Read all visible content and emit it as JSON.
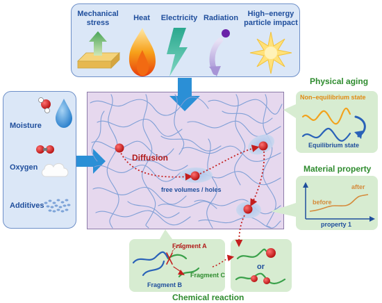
{
  "stressors": {
    "mechanical": "Mechanical\nstress",
    "heat": "Heat",
    "electricity": "Electricity",
    "radiation": "Radiation",
    "particle": "High–energy\nparticle impact"
  },
  "environment": {
    "moisture": "Moisture",
    "oxygen": "Oxygen",
    "additives": "Additives"
  },
  "matrix": {
    "diffusion": "Diffusion",
    "free_volumes": "free volumes / holes"
  },
  "physical_aging": {
    "title": "Physical aging",
    "non_eq": "Non–equilibrium state",
    "eq": "Equilibrium state"
  },
  "material_property": {
    "title": "Material property",
    "before": "before",
    "after": "after",
    "axis": "property 1"
  },
  "chemical_reaction": {
    "title": "Chemical reaction",
    "fragment_a": "Fragment A",
    "fragment_b": "Fragment B",
    "fragment_c": "Fragment C",
    "or": "or"
  },
  "colors": {
    "blue_panel": "#dbe7f7",
    "matrix_fill": "#e6d8ee",
    "green_panel": "#d7ecd1",
    "arrow_blue": "#2b8fd6",
    "molecule_red": "#d11818"
  }
}
